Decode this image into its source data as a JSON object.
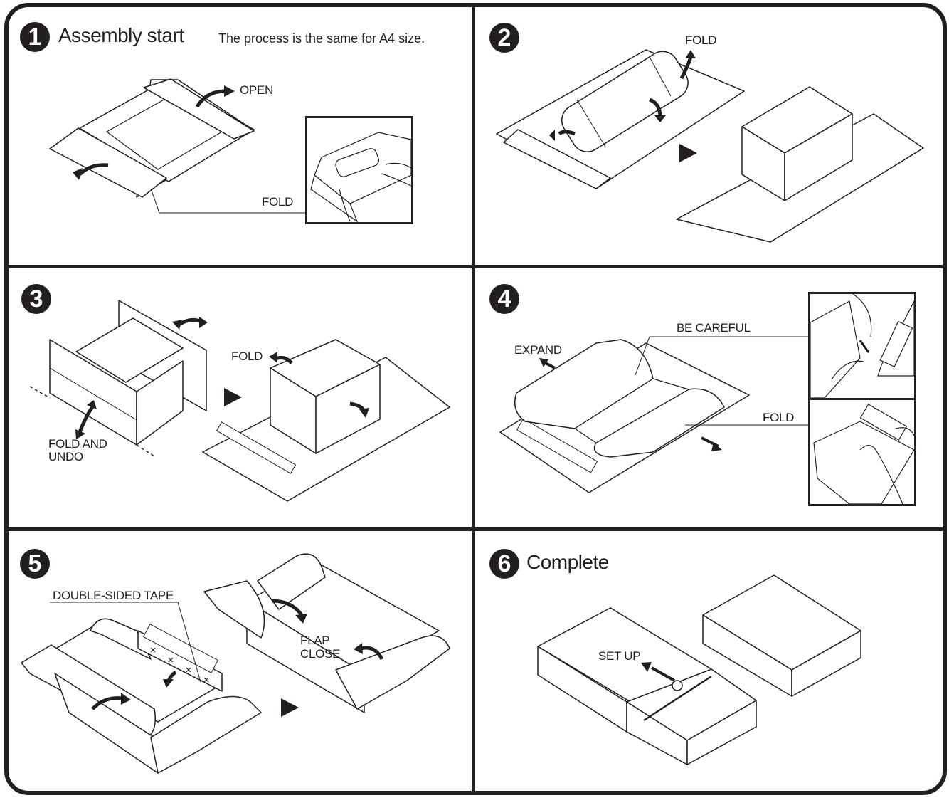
{
  "document": {
    "title": "Box assembly instructions",
    "accent_color": "#231f20",
    "background_color": "#ffffff"
  },
  "steps": [
    {
      "number": "1",
      "title": "Assembly start",
      "note": "The process is the same for A4 size.",
      "labels": {
        "open": "OPEN",
        "fold": "FOLD"
      }
    },
    {
      "number": "2",
      "title": "",
      "labels": {
        "fold": "FOLD"
      }
    },
    {
      "number": "3",
      "title": "",
      "labels": {
        "fold": "FOLD",
        "fold_and_undo_line1": "FOLD AND",
        "fold_and_undo_line2": "UNDO"
      }
    },
    {
      "number": "4",
      "title": "",
      "labels": {
        "expand": "EXPAND",
        "be_careful": "BE CAREFUL",
        "fold": "FOLD"
      }
    },
    {
      "number": "5",
      "title": "",
      "labels": {
        "double_sided_tape": "DOUBLE-SIDED TAPE",
        "flap_close_line1": "FLAP",
        "flap_close_line2": "CLOSE"
      }
    },
    {
      "number": "6",
      "title": "Complete",
      "labels": {
        "set_up": "SET UP"
      }
    }
  ],
  "icons": {
    "next_step": "triangle-right",
    "curved_arrow": "curved-arrow",
    "straight_arrow": "straight-arrow"
  }
}
